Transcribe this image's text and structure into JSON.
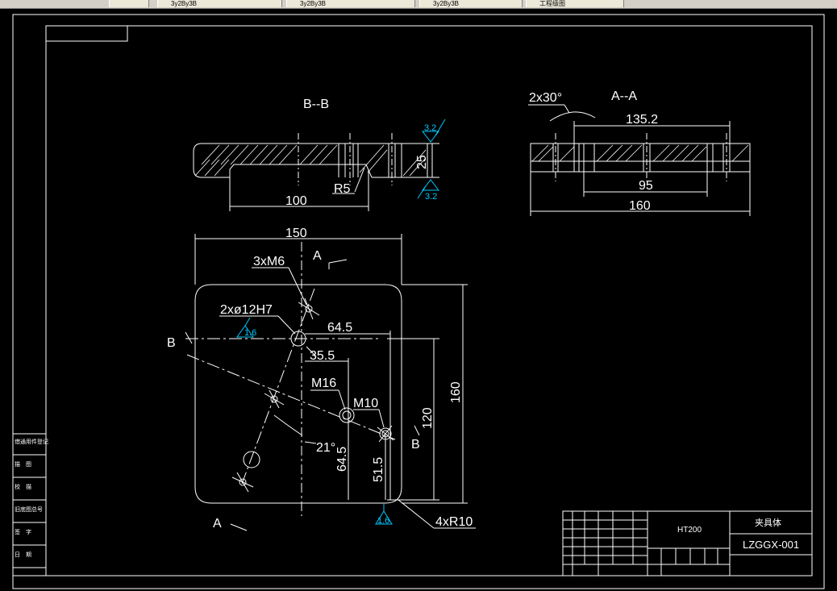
{
  "window": {
    "tabs": [
      {
        "label": "3y2By3B"
      },
      {
        "label": "3y2By3B"
      },
      {
        "label": "3y2By3B"
      },
      {
        "label": "工程级图"
      }
    ]
  },
  "colors": {
    "background": "#000000",
    "line": "#ffffff",
    "roughness": "#00c8ff"
  },
  "drawing": {
    "section_b_title": "B--B",
    "section_a_title": "A--A",
    "dims": {
      "bb_thickness": "25",
      "bb_width": "100",
      "bb_radius": "R5",
      "bb_rough_top": "3.2",
      "bb_rough_bottom": "3.2",
      "aa_chamfer": "2x30°",
      "aa_top": "135.2",
      "aa_mid": "95",
      "aa_overall": "160",
      "plan_width": "150",
      "plan_height": "160",
      "plan_120": "120",
      "plan_645_h": "64.5",
      "plan_355": "35.5",
      "plan_645_v": "64.5",
      "plan_515": "51.5",
      "plan_angle": "21°",
      "plan_corner": "4xR10"
    },
    "labels": {
      "holes_m6": "3xM6",
      "holes_pin": "2xø12H7",
      "rough_pin": "1.6",
      "rough_side": "1.6",
      "hole_m16": "M16",
      "hole_m10": "M10",
      "cut_a_top": "A",
      "cut_a_bottom": "A",
      "cut_b_left": "B",
      "cut_b_right": "B"
    },
    "side_table": [
      "借通用件登记",
      "描　图",
      "校　描",
      "旧底图总号",
      "签　字",
      "日　期"
    ],
    "title_block": {
      "material": "HT200",
      "part_name": "夹具体",
      "drawing_no": "LZGGX-001"
    }
  }
}
